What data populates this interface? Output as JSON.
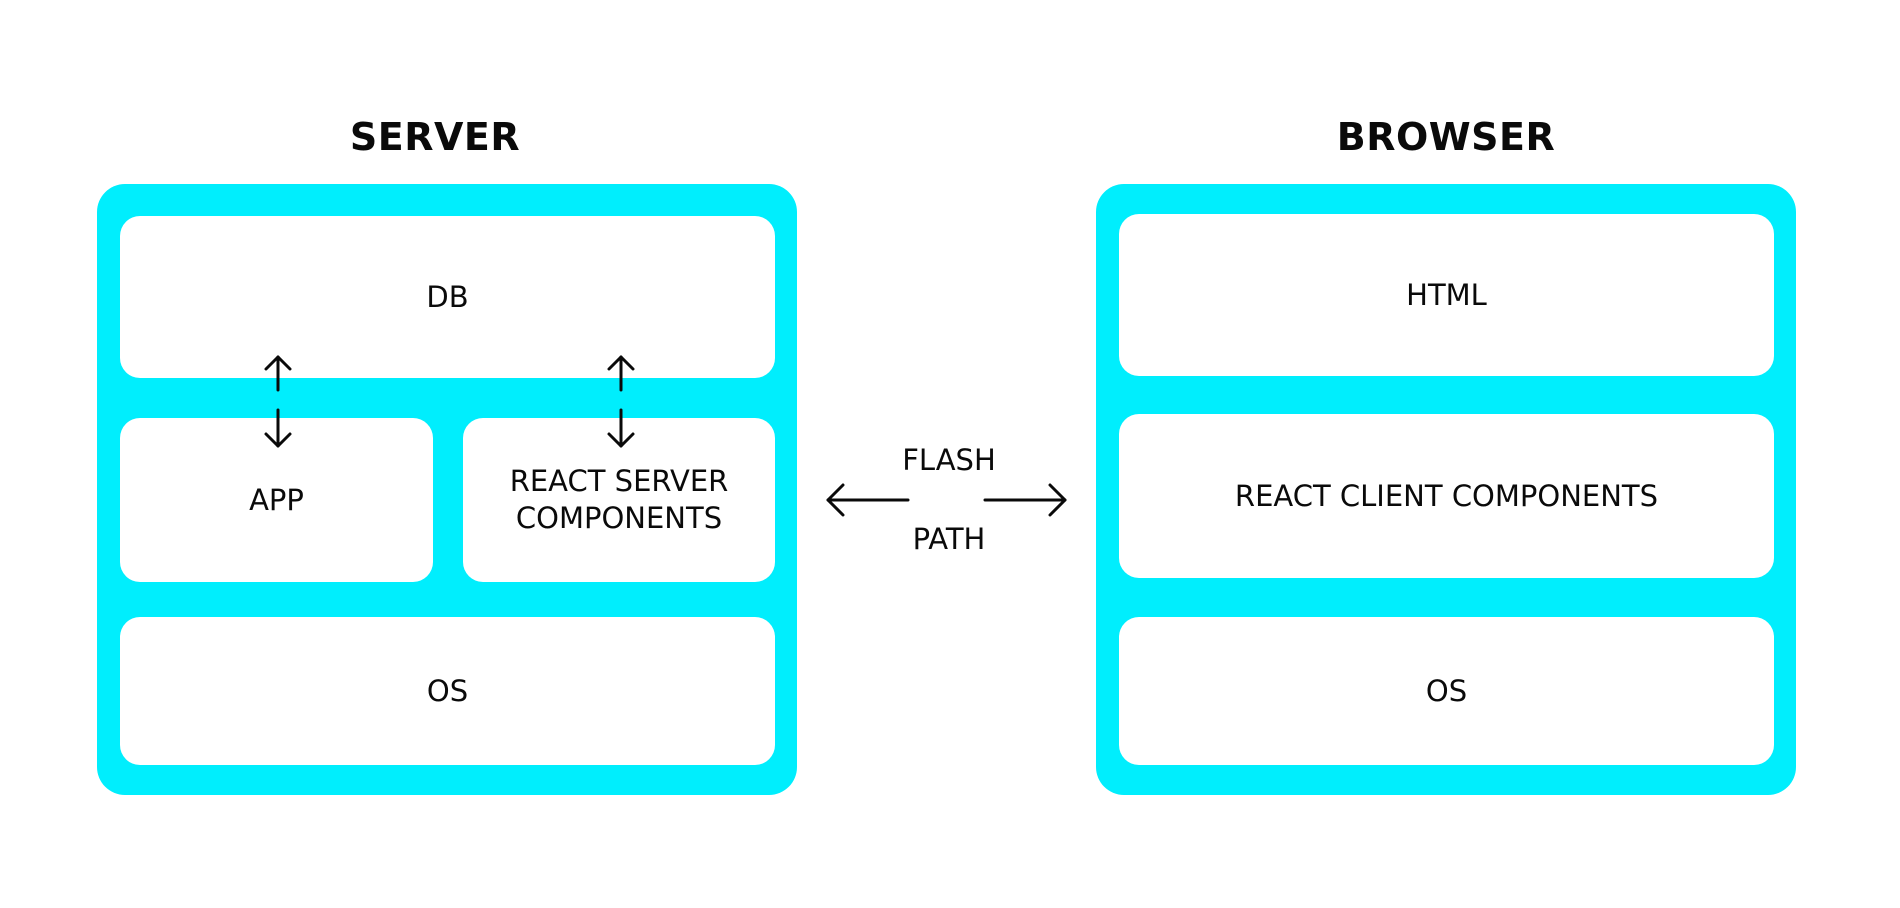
{
  "server": {
    "title": "SERVER",
    "db": "DB",
    "app": "APP",
    "rsc": "REACT SERVER\nCOMPONENTS",
    "os": "OS"
  },
  "browser": {
    "title": "BROWSER",
    "html": "HTML",
    "rcc": "REACT CLIENT COMPONENTS",
    "os": "OS"
  },
  "connection": {
    "top_label": "FLASH",
    "bottom_label": "PATH"
  },
  "colors": {
    "panel": "#00eefd",
    "box": "#ffffff",
    "text": "#0a0a0a"
  }
}
